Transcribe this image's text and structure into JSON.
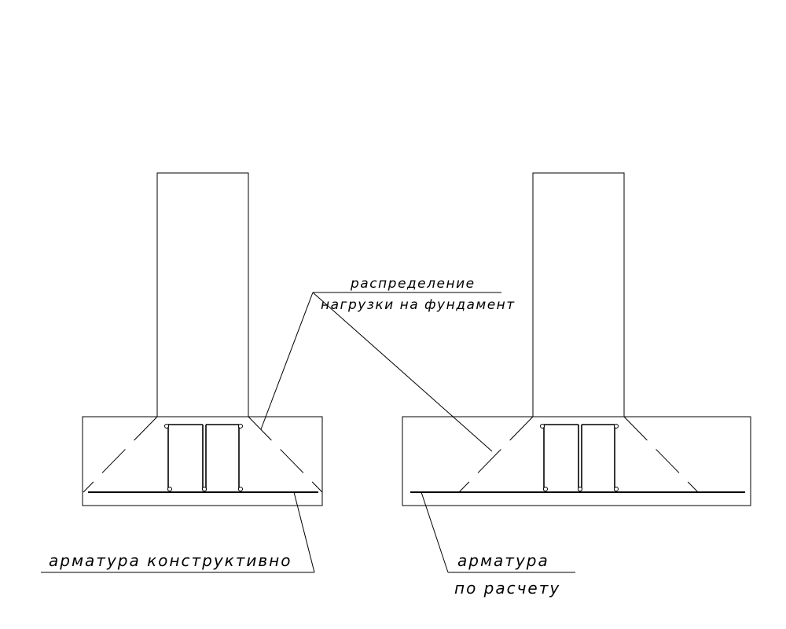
{
  "labels": {
    "load_distribution_line1": "распределение",
    "load_distribution_line2": "нагрузки на фундамент",
    "rebar_constructive": "арматура конструктивно",
    "rebar_calculated_line1": "арматура",
    "rebar_calculated_line2": "по расчету"
  }
}
